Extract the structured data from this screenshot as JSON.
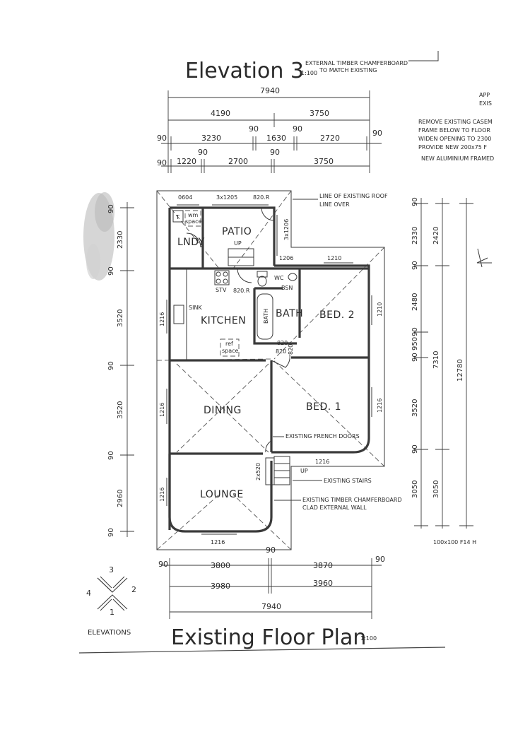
{
  "header": {
    "elevation_title": "Elevation 3",
    "elevation_scale": "1:100",
    "cladding_note_line1": "EXTERNAL TIMBER CHAMFERBOARD",
    "cladding_note_line2": "TO MATCH EXISTING"
  },
  "right_notes": {
    "cut_line1": "APP",
    "cut_line2": "EXIS",
    "line1": "REMOVE EXISTING CASEM",
    "line2": "FRAME BELOW TO FLOOR",
    "line3": "WIDEN OPENING TO 2300",
    "line4": "PROVIDE NEW 200x75 F",
    "line5": "NEW ALUMINIUM FRAMED",
    "bottom": "100x100 F14 H"
  },
  "top_dimensions": {
    "row1": [
      "7940"
    ],
    "row2": [
      "4190",
      "3750"
    ],
    "row3": [
      "90",
      "3230",
      "90",
      "1630",
      "90",
      "2720",
      "90"
    ],
    "row4": [
      "90",
      "1220",
      "90",
      "2700",
      "90",
      "3750"
    ]
  },
  "bottom_dimensions": {
    "row1": [
      "90",
      "3800",
      "90",
      "3870",
      "90"
    ],
    "row2": [
      "3980",
      "3960"
    ],
    "row3": [
      "7940"
    ]
  },
  "left_dimensions": [
    "90",
    "2330",
    "90",
    "3520",
    "90",
    "3520",
    "90",
    "2960",
    "90"
  ],
  "right_dimensions": {
    "col1": [
      "90",
      "2330",
      "90",
      "2480",
      "90",
      "950",
      "90",
      "3520",
      "90",
      "3050"
    ],
    "col2": [
      "2420",
      "7310",
      "3050"
    ],
    "col3": [
      "12780"
    ]
  },
  "rooms": {
    "laundry": "LNDY",
    "patio": "PATIO",
    "kitchen": "KITCHEN",
    "bath": "BATH",
    "bed2": "BED. 2",
    "dining": "DINING",
    "bed1": "BED. 1",
    "lounge": "LOUNGE"
  },
  "fixtures": {
    "tub": "T",
    "wm_line1": "wm",
    "wm_line2": "space",
    "ref_line1": "ref",
    "ref_line2": "space",
    "sink": "SINK",
    "stove": "STV",
    "wc": "WC",
    "basin": "BSN",
    "bath_tub": "BATH",
    "up_patio": "UP",
    "up_stairs": "UP"
  },
  "openings": {
    "top_window": "0604",
    "top_window2": "3x1205",
    "top_door": "820.R",
    "patio_window": "3x1206",
    "patio_corner": "1206",
    "bed2_top": "1210",
    "bed2_right": "1210",
    "kitchen_door": "820.R",
    "kitchen_left": "1216",
    "hall_door1": "820",
    "hall_door2": "820",
    "hall_door3": "820",
    "dining_left": "1216",
    "bed1_right": "1216",
    "stair_opening": "1216",
    "stair_label": "2x520",
    "lounge_left": "1216",
    "lounge_bottom": "1216"
  },
  "annotations": {
    "roof_line1": "LINE OF EXISTING ROOF",
    "roof_line2": "LINE OVER",
    "french_doors": "EXISTING FRENCH DOORS",
    "stairs": "EXISTING STAIRS",
    "cladding_line1": "EXISTING TIMBER CHAMFERBOARD",
    "cladding_line2": "CLAD EXTERNAL WALL"
  },
  "elevation_key": {
    "n1": "1",
    "n2": "2",
    "n3": "3",
    "n4": "4",
    "label": "ELEVATIONS"
  },
  "footer": {
    "title": "Existing Floor Plan",
    "scale": "1:100"
  }
}
